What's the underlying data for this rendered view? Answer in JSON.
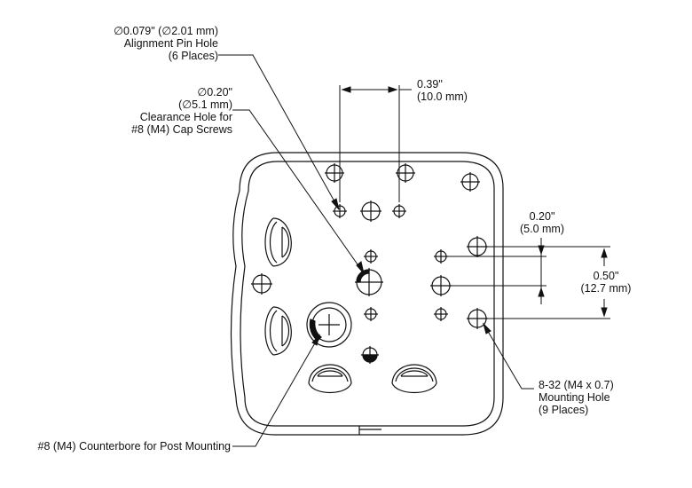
{
  "callouts": {
    "alignment_pin_hole": {
      "diameter": "∅0.079\" (∅2.01 mm)",
      "name": "Alignment Pin Hole",
      "count": "(6 Places)"
    },
    "clearance_hole": {
      "diameter_in": "∅0.20\"",
      "diameter_mm": "(∅5.1 mm)",
      "name_line1": "Clearance Hole for",
      "name_line2": "#8 (M4) Cap Screws"
    },
    "pin_spacing": {
      "in": "0.39\"",
      "mm": "(10.0 mm)"
    },
    "offset_spacing": {
      "in": "0.20\"",
      "mm": "(5.0 mm)"
    },
    "mount_spacing": {
      "in": "0.50\"",
      "mm": "(12.7 mm)"
    },
    "mounting_hole": {
      "thread": "8-32 (M4 x 0.7)",
      "name": "Mounting Hole",
      "count": "(9 Places)"
    },
    "counterbore": {
      "label": "#8 (M4) Counterbore for Post Mounting"
    }
  },
  "colors": {
    "line": "#111111",
    "background": "#ffffff"
  }
}
